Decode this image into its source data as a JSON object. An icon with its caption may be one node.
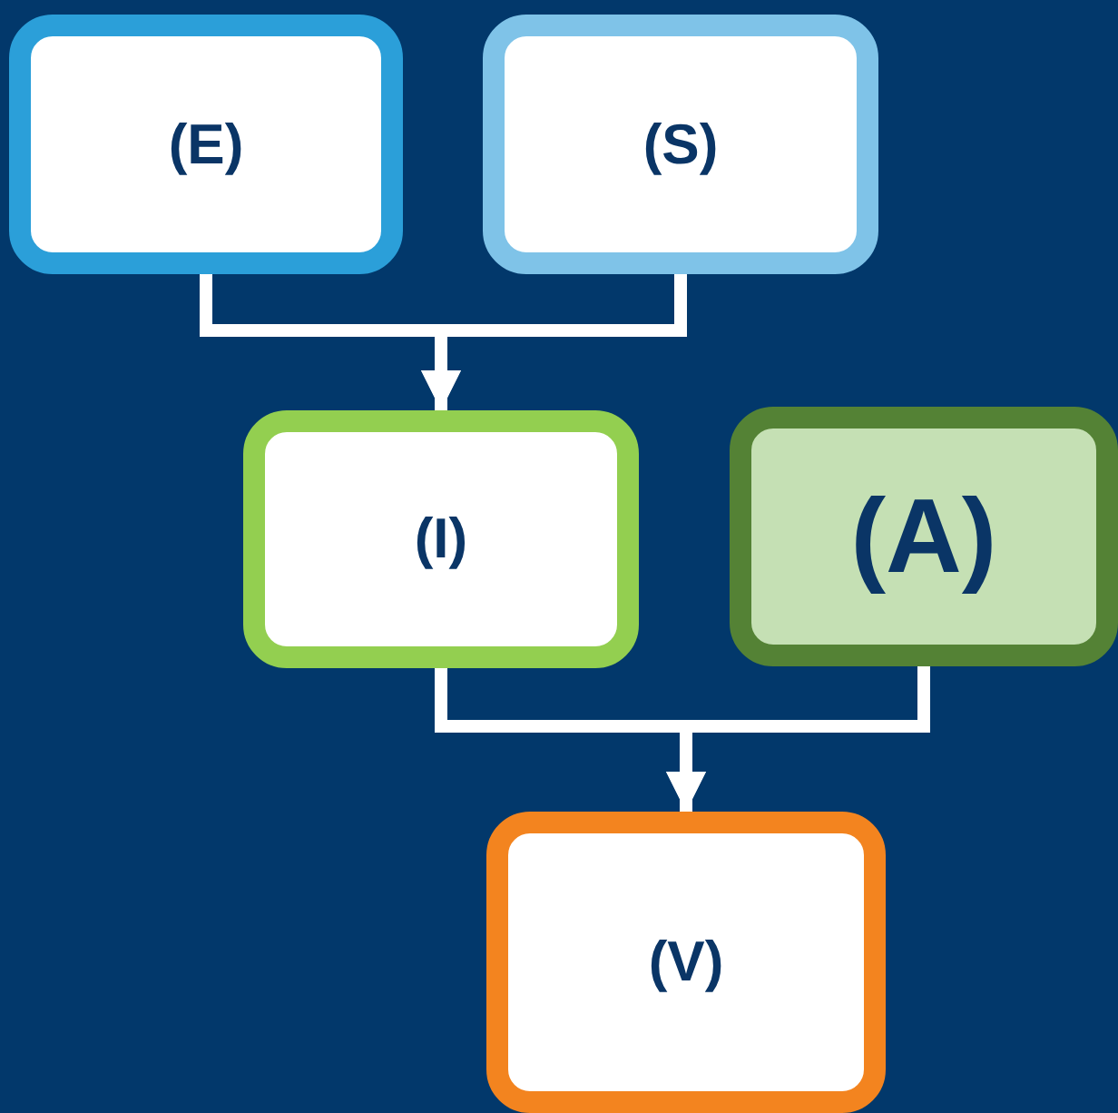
{
  "diagram": {
    "nodes": [
      {
        "text": [
          "(E)"
        ]
      },
      {
        "text": [
          "(S)"
        ]
      },
      {
        "text": [
          "(I)"
        ]
      },
      {
        "text": [
          "(A)"
        ]
      },
      {
        "text": [
          "(V)"
        ]
      }
    ],
    "edges": [
      {
        "from": 0,
        "to": 2,
        "arrow": "to"
      },
      {
        "from": 1,
        "to": 2,
        "arrow": "to"
      },
      {
        "from": 2,
        "to": 4,
        "arrow": "to"
      },
      {
        "from": 3,
        "to": 4,
        "arrow": "to"
      }
    ]
  }
}
